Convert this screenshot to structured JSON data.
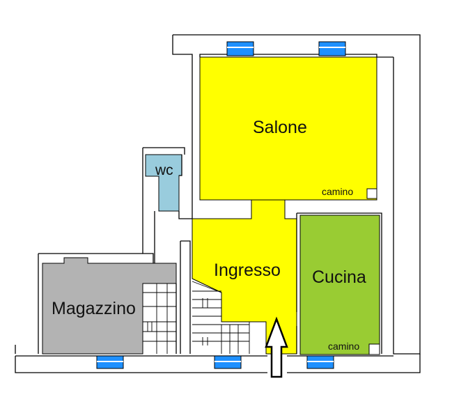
{
  "rooms": {
    "salone": "Salone",
    "wc": "wc",
    "ingresso": "Ingresso",
    "cucina": "Cucina",
    "magazzino": "Magazzino"
  },
  "fixtures": {
    "camino_salone": "camino",
    "camino_cucina": "camino"
  },
  "colors": {
    "salone": "#ffff00",
    "ingresso": "#ffff00",
    "cucina": "#99cc33",
    "wc": "#99ccdd",
    "magazzino": "#b3b3b3",
    "window": "#1e90ff",
    "wall": "#000000"
  }
}
